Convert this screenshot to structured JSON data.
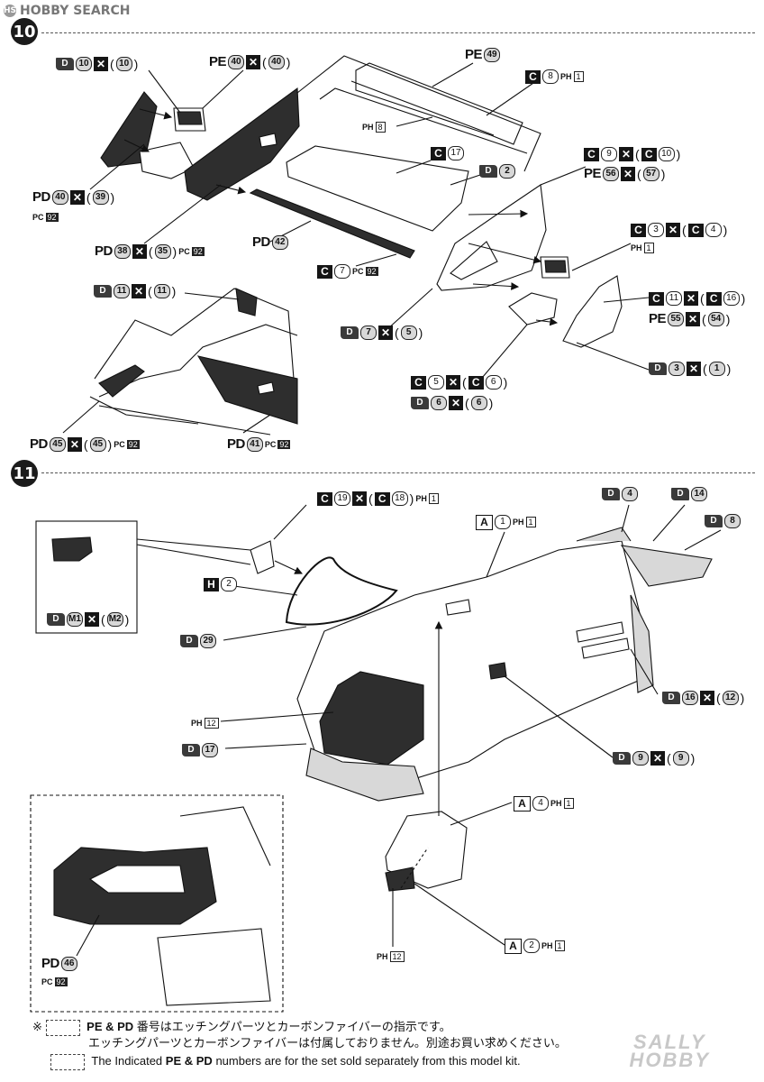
{
  "site": {
    "logo_text": "HOBBY SEARCH",
    "logo_mark": "HS"
  },
  "steps": [
    {
      "number": "10"
    },
    {
      "number": "11"
    }
  ],
  "step10": {
    "labels": {
      "d10": {
        "letter": "D",
        "num": "10",
        "rnum": "10"
      },
      "pe40": {
        "tag": "PE",
        "num": "40",
        "rnum": "40"
      },
      "pe49": {
        "tag": "PE",
        "num": "49"
      },
      "c8": {
        "letter": "C",
        "num": "8",
        "ph": "PH",
        "phn": "1"
      },
      "ph8": {
        "ph": "PH",
        "phn": "8"
      },
      "c17": {
        "letter": "C",
        "num": "17"
      },
      "d2": {
        "letter": "D",
        "num": "2"
      },
      "c9": {
        "letter": "C",
        "num": "9",
        "rletter": "C",
        "rnum": "10"
      },
      "pe56": {
        "tag": "PE",
        "num": "56",
        "rnum": "57"
      },
      "pd40": {
        "tag": "PD",
        "num": "40",
        "rnum": "39",
        "pc": "PC",
        "pcn": "92"
      },
      "pd38": {
        "tag": "PD",
        "num": "38",
        "rnum": "35",
        "pc": "PC",
        "pcn": "92"
      },
      "pd42": {
        "tag": "PD",
        "num": "42"
      },
      "c7": {
        "letter": "C",
        "num": "7",
        "pc": "PC",
        "pcn": "92"
      },
      "c3": {
        "letter": "C",
        "num": "3",
        "rletter": "C",
        "rnum": "4",
        "ph": "PH",
        "phn": "1"
      },
      "d11": {
        "letter": "D",
        "num": "11",
        "rnum": "11"
      },
      "c11": {
        "letter": "C",
        "num": "11",
        "rletter": "C",
        "rnum": "16"
      },
      "pe55": {
        "tag": "PE",
        "num": "55",
        "rnum": "54"
      },
      "d7": {
        "letter": "D",
        "num": "7",
        "rnum": "5"
      },
      "d3": {
        "letter": "D",
        "num": "3",
        "rnum": "1"
      },
      "c5": {
        "letter": "C",
        "num": "5",
        "rletter": "C",
        "rnum": "6"
      },
      "d6": {
        "letter": "D",
        "num": "6",
        "rnum": "6"
      },
      "pd45": {
        "tag": "PD",
        "num": "45",
        "rnum": "45",
        "pc": "PC",
        "pcn": "92"
      },
      "pd41": {
        "tag": "PD",
        "num": "41",
        "pc": "PC",
        "pcn": "92"
      }
    }
  },
  "step11": {
    "labels": {
      "c19": {
        "letter": "C",
        "num": "19",
        "rletter": "C",
        "rnum": "18",
        "ph": "PH",
        "phn": "1"
      },
      "a1": {
        "letter": "A",
        "num": "1",
        "ph": "PH",
        "phn": "1"
      },
      "d4": {
        "letter": "D",
        "num": "4"
      },
      "d14": {
        "letter": "D",
        "num": "14"
      },
      "d8": {
        "letter": "D",
        "num": "8"
      },
      "h2": {
        "letter": "H",
        "num": "2"
      },
      "dm1": {
        "letter": "D",
        "num": "M1",
        "rnum": "M2"
      },
      "d29": {
        "letter": "D",
        "num": "29"
      },
      "ph12a": {
        "ph": "PH",
        "phn": "12"
      },
      "d17": {
        "letter": "D",
        "num": "17"
      },
      "d16": {
        "letter": "D",
        "num": "16",
        "rnum": "12"
      },
      "d9": {
        "letter": "D",
        "num": "9",
        "rnum": "9"
      },
      "a4": {
        "letter": "A",
        "num": "4",
        "ph": "PH",
        "phn": "1"
      },
      "pd46": {
        "tag": "PD",
        "num": "46",
        "pc": "PC",
        "pcn": "92"
      },
      "ph12b": {
        "ph": "PH",
        "phn": "12"
      },
      "a2": {
        "letter": "A",
        "num": "2",
        "ph": "PH",
        "phn": "1"
      }
    }
  },
  "footer": {
    "asterisk": "※",
    "line1_tags": "PE & PD",
    "line1": "番号はエッチングパーツとカーボンファイバーの指示です。",
    "line2": "エッチングパーツとカーボンファイバーは付属しておりません。別途お買い求めください。",
    "line3_pre": "The Indicated",
    "line3_tags": "PE & PD",
    "line3_post": "numbers are for the set sold separately from this model kit."
  },
  "watermark": {
    "line1": "SALLY",
    "line2": "HOBBY"
  },
  "colors": {
    "ink": "#151515",
    "dark_fill": "#2e2e2e",
    "gray": "#d8d8d8",
    "paper": "#ffffff"
  }
}
